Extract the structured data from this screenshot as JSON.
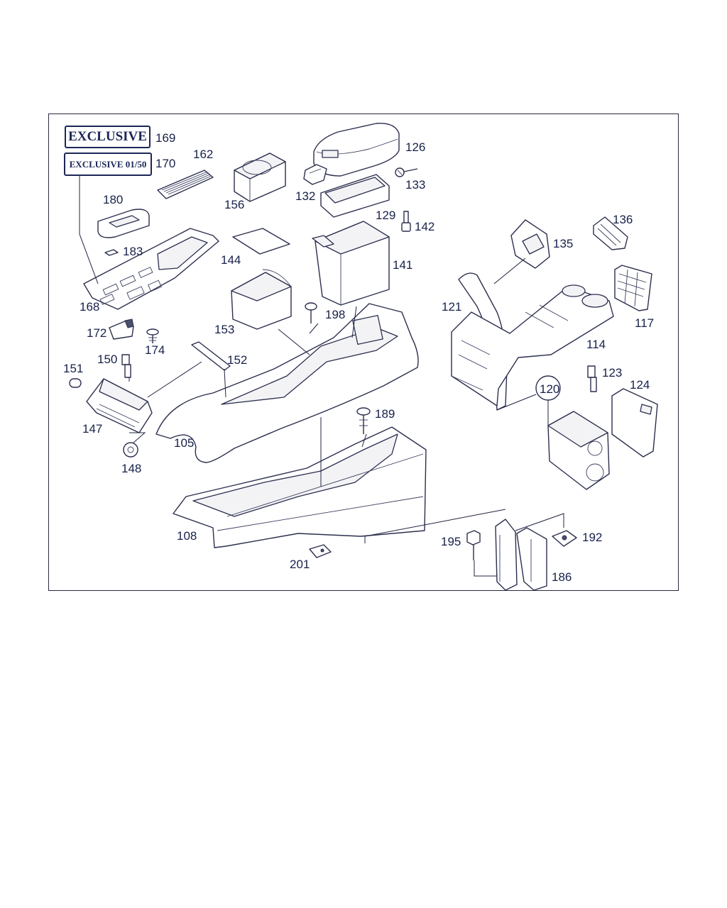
{
  "plates": {
    "exclusive": "EXCLUSIVE",
    "exclusive_0150": "EXCLUSIVE 01/50"
  },
  "labels": {
    "p169": "169",
    "p170": "170",
    "p162": "162",
    "p126": "126",
    "p156": "156",
    "p132": "132",
    "p133": "133",
    "p180": "180",
    "p129": "129",
    "p142": "142",
    "p183": "183",
    "p144": "144",
    "p141": "141",
    "p136": "136",
    "p135": "135",
    "p168": "168",
    "p198": "198",
    "p121": "121",
    "p117": "117",
    "p172": "172",
    "p174": "174",
    "p153": "153",
    "p114": "114",
    "p150": "150",
    "p152": "152",
    "p151": "151",
    "p123": "123",
    "p124": "124",
    "p120": "120",
    "p147": "147",
    "p189": "189",
    "p105": "105",
    "p148": "148",
    "p108": "108",
    "p195": "195",
    "p192": "192",
    "p201": "201",
    "p186": "186"
  },
  "colors": {
    "line": "#2b2f4d",
    "label_text": "#17214a",
    "plate_text": "#1d2757",
    "frame": "#2a2a40",
    "background": "#ffffff"
  }
}
